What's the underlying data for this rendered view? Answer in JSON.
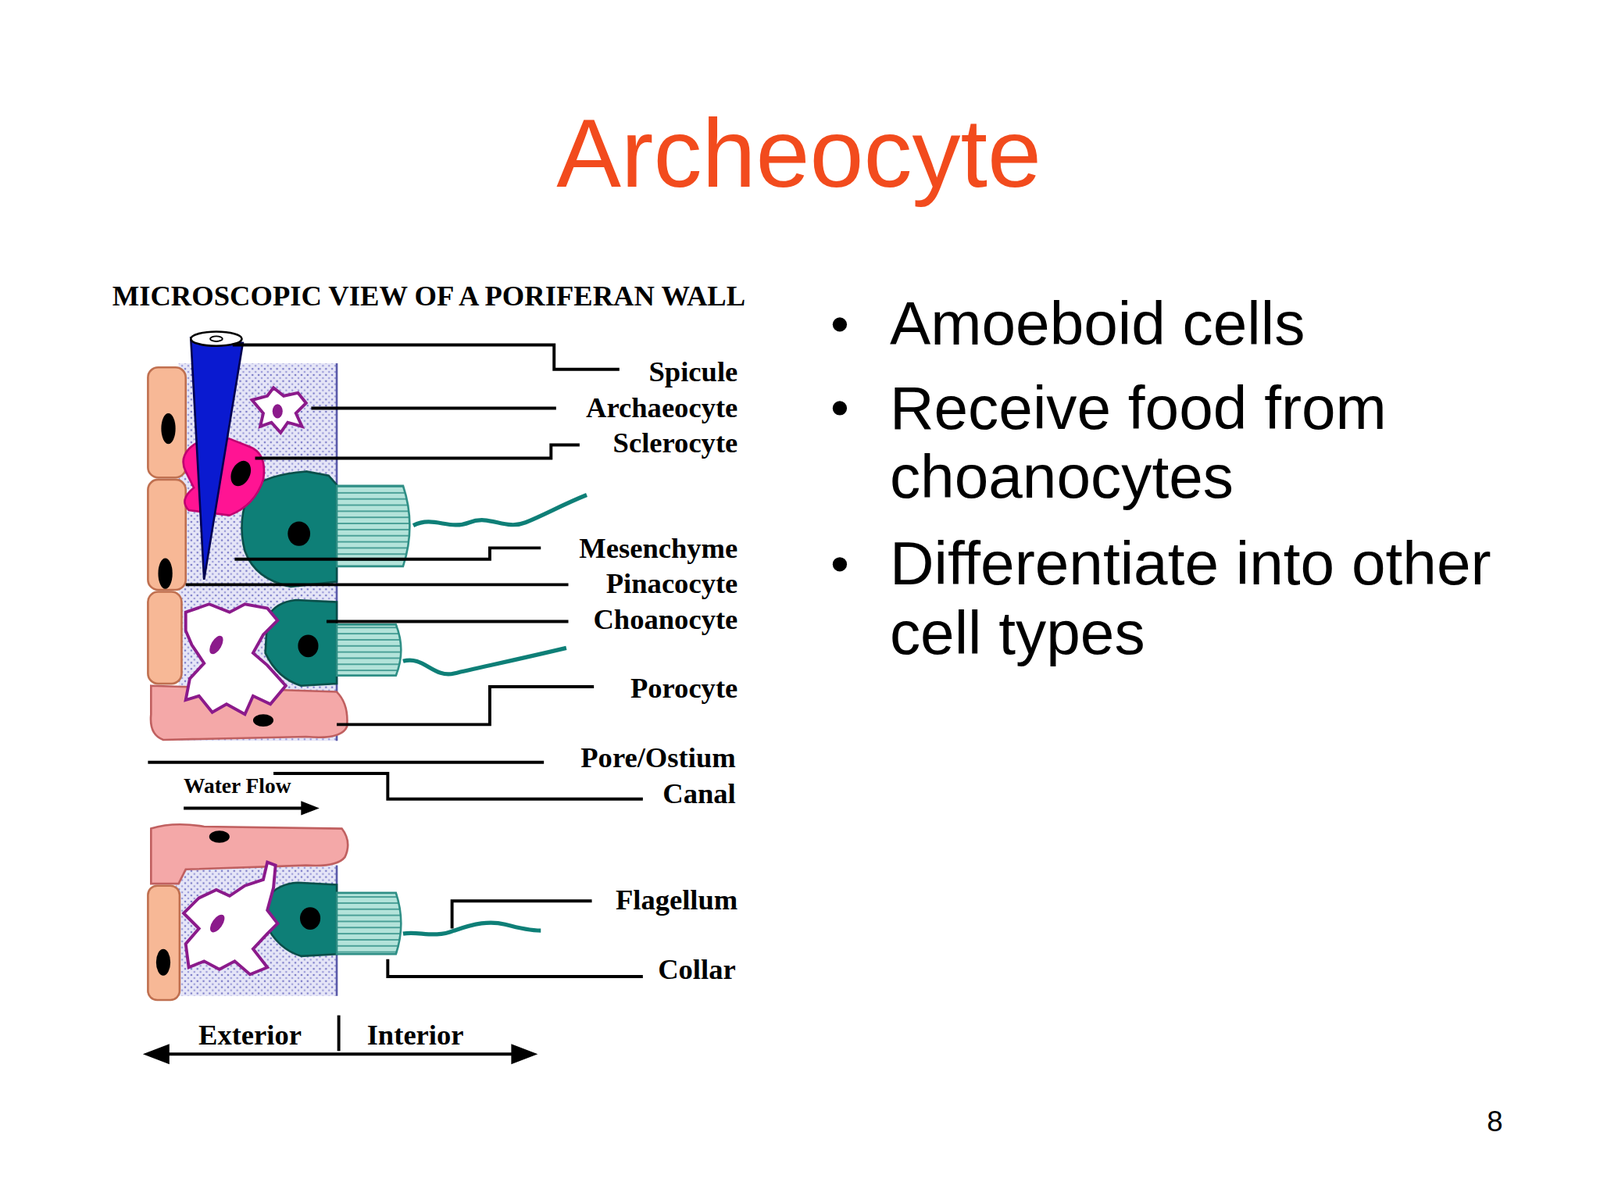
{
  "diagram": {
    "title": "Archeocyte",
    "labels": [
      "MICROSCOPIC VIEW OF A PORIFERAN WALL",
      "Spicule",
      "Archaeocyte",
      "Sclerocyte",
      "Mesenchyme",
      "Pinacocyte",
      "Choanocyte",
      "Porocyte",
      "Pore/Ostium",
      "Water Flow",
      "Canal",
      "Flagellum",
      "Collar",
      "Exterior",
      "Interior",
      "Amoeboid cells",
      "Receive food from choanocytes",
      "Differentiate into other cell types",
      "8"
    ]
  }
}
